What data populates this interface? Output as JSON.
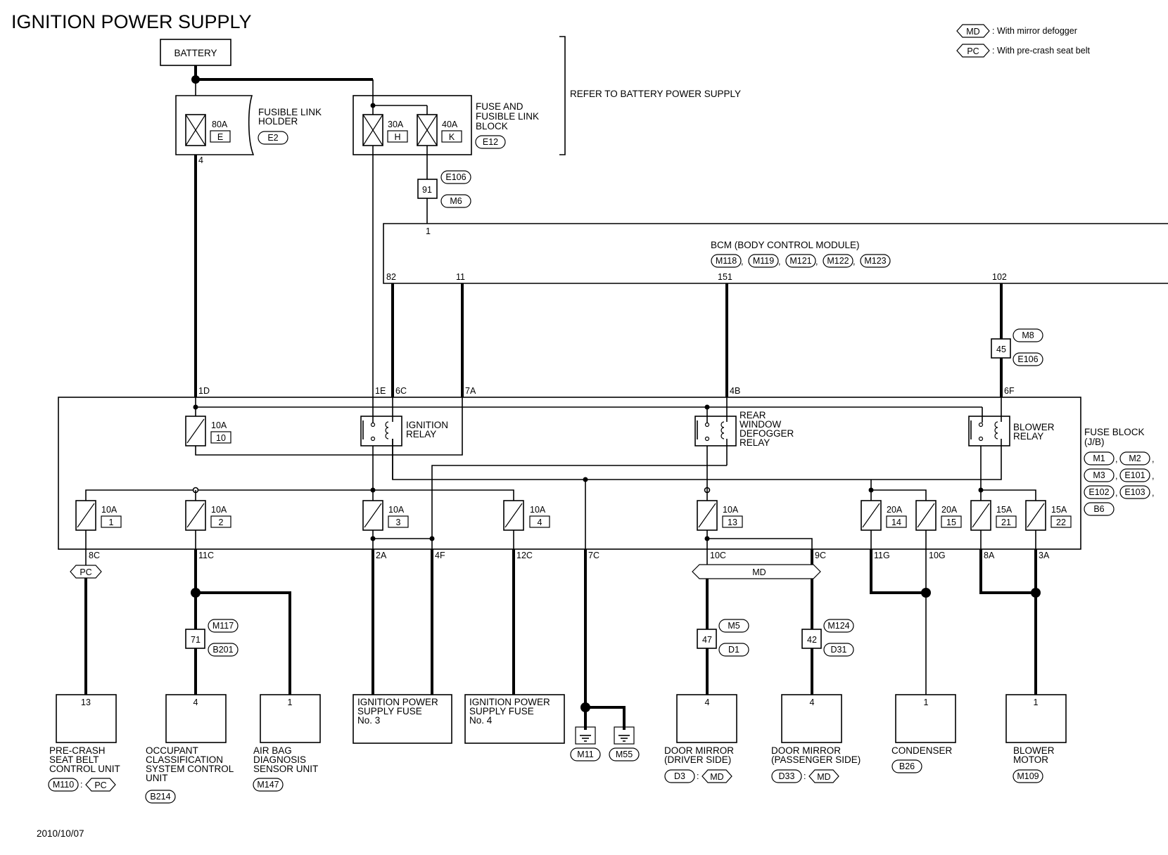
{
  "title": "IGNITION POWER SUPPLY",
  "date": "2010/10/07",
  "legend": {
    "md": {
      "tag": "MD",
      "text": ": With mirror defogger"
    },
    "pc": {
      "tag": "PC",
      "text": ": With pre-crash seat belt"
    }
  },
  "battery": "BATTERY",
  "refer_note": "REFER TO BATTERY POWER SUPPLY",
  "fusible_link_holder": {
    "lines": [
      "FUSIBLE LINK",
      "HOLDER"
    ],
    "connector": "E2",
    "fuse": "80A",
    "letter": "E",
    "pin": "4"
  },
  "fuse_fl_block": {
    "lines": [
      "FUSE AND",
      "FUSIBLE LINK",
      "BLOCK"
    ],
    "connector": "E12",
    "fuses": [
      {
        "amp": "30A",
        "letter": "H"
      },
      {
        "amp": "40A",
        "letter": "K"
      }
    ]
  },
  "joint_91": {
    "num": "91",
    "conn_top": "E106",
    "conn_bot": "M6"
  },
  "bcm": {
    "label": "BCM (BODY CONTROL MODULE)",
    "connectors": [
      "M118",
      "M119",
      "M121",
      "M122",
      "M123"
    ],
    "pin_top": "1",
    "pins": [
      "82",
      "11",
      "151",
      "102"
    ]
  },
  "joint_45": {
    "num": "45",
    "conn_top": "M8",
    "conn_bot": "E106"
  },
  "fuse_block": {
    "lines": [
      "FUSE BLOCK",
      "(J/B)"
    ],
    "connectors": [
      "M1",
      "M2",
      "M3",
      "E101",
      "E102",
      "E103",
      "B6"
    ],
    "top_pins": [
      "1D",
      "1E",
      "6C",
      "7A",
      "4B",
      "6F"
    ],
    "relays": {
      "ignition": [
        "IGNITION",
        "RELAY"
      ],
      "rear": [
        "REAR",
        "WINDOW",
        "DEFOGGER",
        "RELAY"
      ],
      "blower": [
        "BLOWER",
        "RELAY"
      ]
    },
    "upper_fuse": {
      "amp": "10A",
      "num": "10"
    },
    "fuses": [
      {
        "amp": "10A",
        "num": "1"
      },
      {
        "amp": "10A",
        "num": "2"
      },
      {
        "amp": "10A",
        "num": "3"
      },
      {
        "amp": "10A",
        "num": "4"
      },
      {
        "amp": "10A",
        "num": "13"
      },
      {
        "amp": "20A",
        "num": "14"
      },
      {
        "amp": "20A",
        "num": "15"
      },
      {
        "amp": "15A",
        "num": "21"
      },
      {
        "amp": "15A",
        "num": "22"
      }
    ],
    "bottom_pins": [
      "8C",
      "11C",
      "2A",
      "4F",
      "12C",
      "7C",
      "10C",
      "9C",
      "11G",
      "10G",
      "8A",
      "3A"
    ]
  },
  "md_bar": "MD",
  "pc_tag": "PC",
  "joint_71": {
    "num": "71",
    "conn_top": "M117",
    "conn_bot": "B201"
  },
  "joint_47": {
    "num": "47",
    "conn_top": "M5",
    "conn_bot": "D1"
  },
  "joint_42": {
    "num": "42",
    "conn_top": "M124",
    "conn_bot": "D31"
  },
  "grounds": [
    "M11",
    "M55"
  ],
  "components": [
    {
      "pin": "13",
      "lines": [
        "PRE-CRASH",
        "SEAT BELT",
        "CONTROL UNIT"
      ],
      "connector": "M110",
      "opt": "PC"
    },
    {
      "pin": "4",
      "lines": [
        "OCCUPANT",
        "CLASSIFICATION",
        "SYSTEM CONTROL",
        "UNIT"
      ],
      "connector": "B214"
    },
    {
      "pin": "1",
      "lines": [
        "AIR BAG",
        "DIAGNOSIS",
        "SENSOR UNIT"
      ],
      "connector": "M147"
    },
    {
      "lines": [
        "IGNITION POWER",
        "SUPPLY FUSE",
        "No. 3"
      ]
    },
    {
      "lines": [
        "IGNITION POWER",
        "SUPPLY FUSE",
        "No. 4"
      ]
    },
    {
      "pin": "4",
      "lines": [
        "DOOR MIRROR",
        "(DRIVER SIDE)"
      ],
      "connector": "D3",
      "opt": "MD"
    },
    {
      "pin": "4",
      "lines": [
        "DOOR MIRROR",
        "(PASSENGER SIDE)"
      ],
      "connector": "D33",
      "opt": "MD"
    },
    {
      "pin": "1",
      "lines": [
        "CONDENSER"
      ],
      "connector": "B26"
    },
    {
      "pin": "1",
      "lines": [
        "BLOWER",
        "MOTOR"
      ],
      "connector": "M109"
    }
  ]
}
